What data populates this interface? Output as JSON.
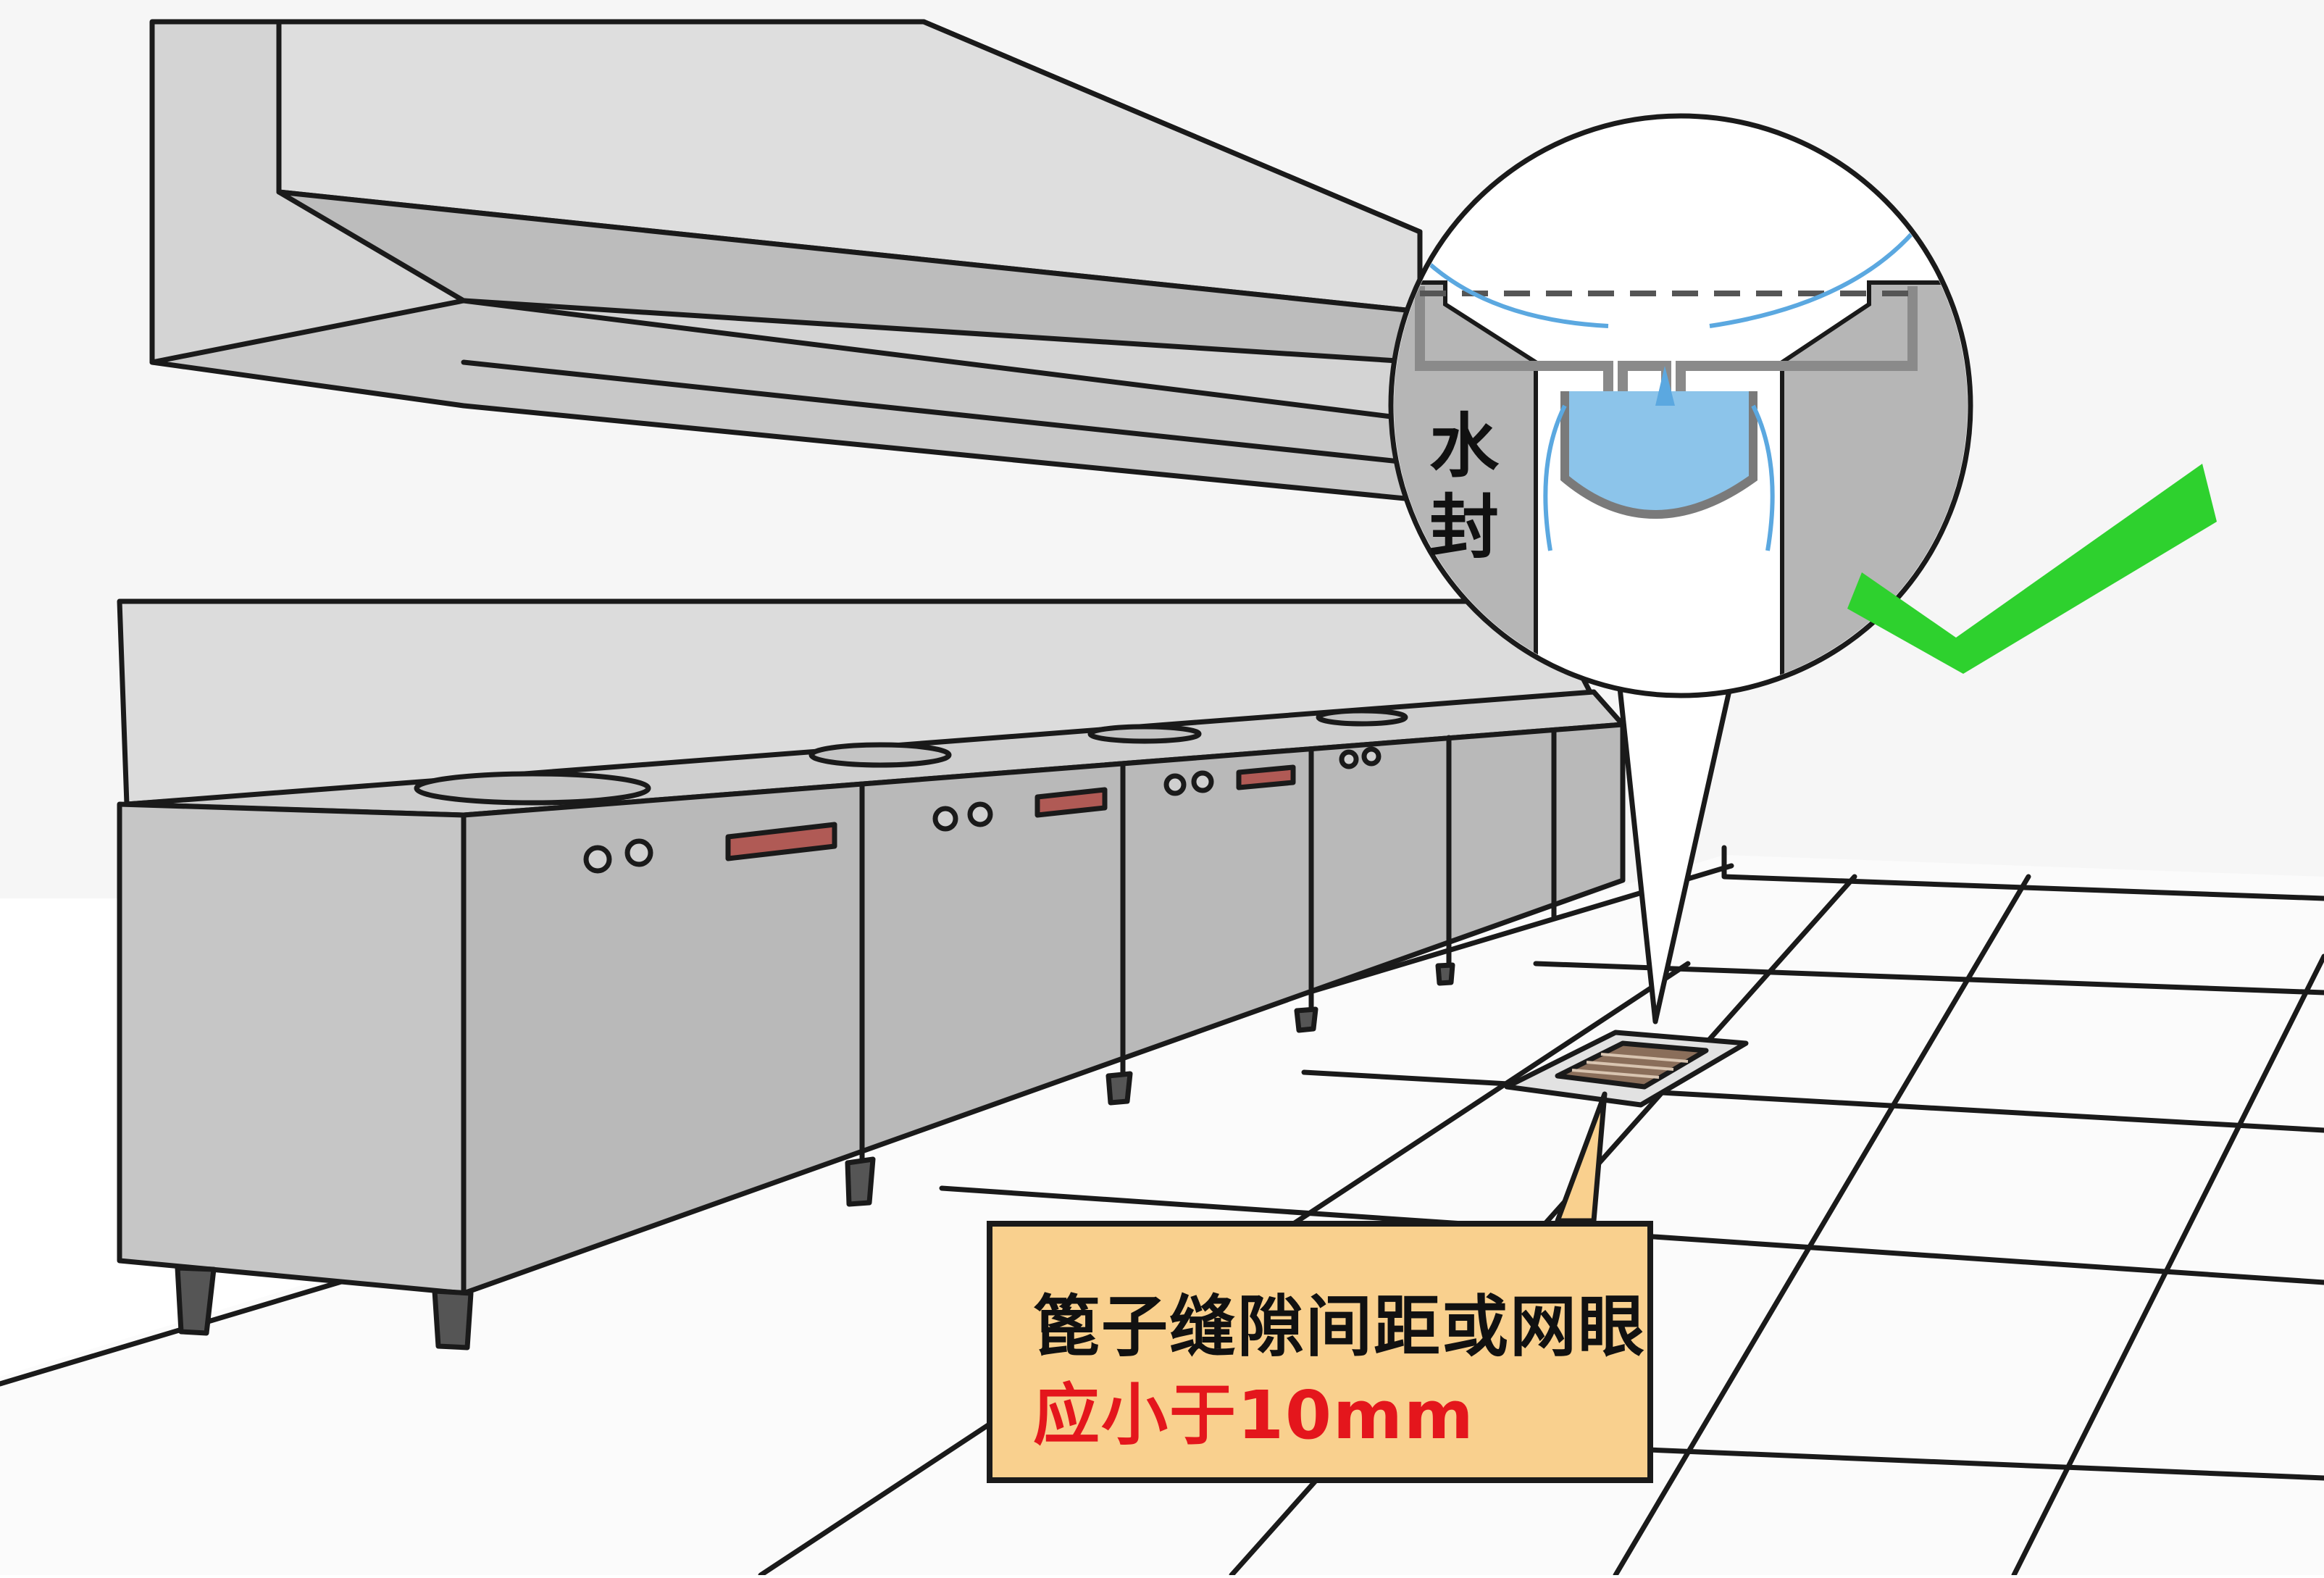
{
  "labels": {
    "water_seal": "水封",
    "callout_line1": "篦子缝隙间距或网眼",
    "callout_line2": "应小于10mm"
  },
  "colors": {
    "wall": "#f4f4f4",
    "cabinet": "#b9b9b9",
    "cabinet_top": "#d6d6d6",
    "hood": "#cfcfcf",
    "water": "#8cc4ea",
    "flow_arrow": "#5ba8e0",
    "callout_bg": "#f9d08e",
    "warning_text": "#e4161c",
    "check": "#2ed12e",
    "control_panel": "#b05a55"
  },
  "icons": [
    "check-mark-icon"
  ]
}
